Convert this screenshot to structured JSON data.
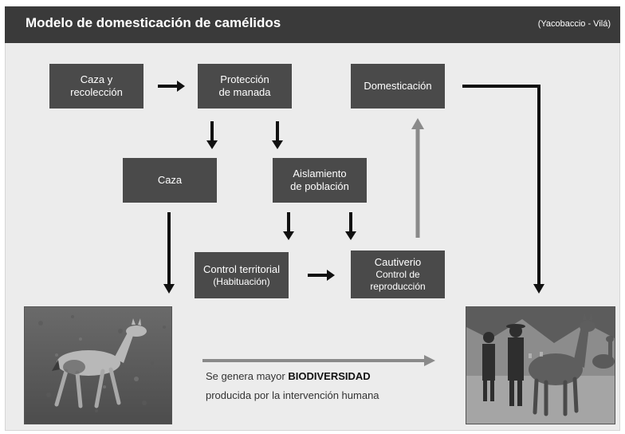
{
  "header": {
    "title": "Modelo de domesticación de camélidos",
    "credit": "(Yacobaccio - Vilá)"
  },
  "nodes": {
    "caza_recoleccion": [
      "Caza y",
      "recolección"
    ],
    "proteccion": [
      "Protección",
      "de manada"
    ],
    "domesticacion": "Domesticación",
    "caza": "Caza",
    "aislamiento": [
      "Aislamiento",
      "de población"
    ],
    "control_territorial": "Control territorial",
    "habituacion": "(Habituación)",
    "cautiverio": "Cautiverio",
    "control_reproduccion": [
      "Control de",
      "reproducción"
    ]
  },
  "caption": {
    "line1_prefix": "Se genera mayor",
    "line1_bold": "BIODIVERSIDAD",
    "line2": "producida por la intervención humana"
  },
  "colors": {
    "header_bg": "#3a3a3a",
    "box_bg": "#4a4a4a",
    "arrow_dark": "#111111",
    "arrow_gray": "#8a8a8a"
  }
}
